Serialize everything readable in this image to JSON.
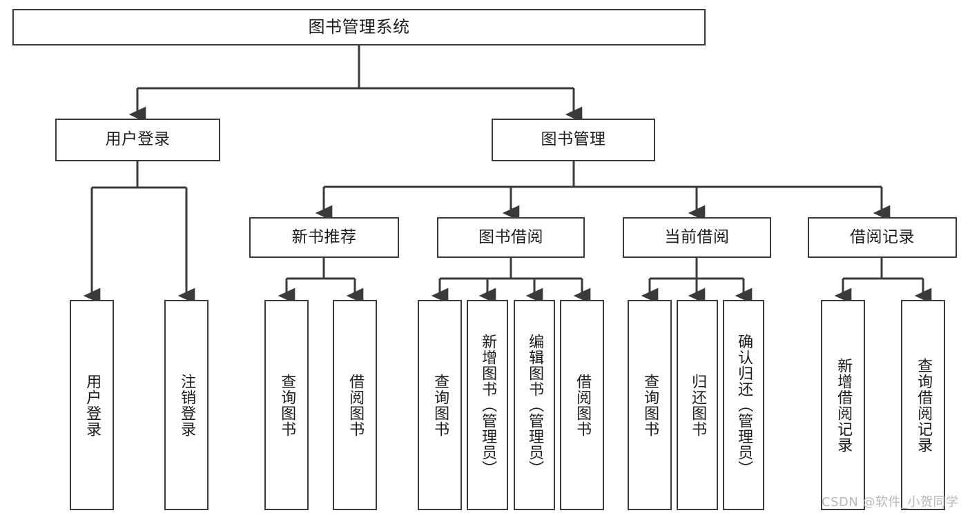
{
  "diagram": {
    "title": "图书管理系统",
    "type": "functional-structure-tree",
    "watermark": "CSDN @软件_小贺同学",
    "colors": {
      "background": "#ffffff",
      "border": "#3a3a3a",
      "text": "#1c1c1c",
      "edge": "#3a3a3a",
      "watermark": "#b8b8b8"
    },
    "nodes": {
      "root": {
        "label": "图书管理系统"
      },
      "level2": [
        {
          "label": "用户登录"
        },
        {
          "label": "图书管理"
        }
      ],
      "level3": [
        {
          "label": "新书推荐"
        },
        {
          "label": "图书借阅"
        },
        {
          "label": "当前借阅"
        },
        {
          "label": "借阅记录"
        }
      ],
      "leaves": {
        "user_login": [
          {
            "label": "用户登录"
          },
          {
            "label": "注销登录"
          }
        ],
        "new_book_recommend": [
          {
            "label": "查询图书"
          },
          {
            "label": "借阅图书"
          }
        ],
        "book_borrow": [
          {
            "label": "查询图书"
          },
          {
            "label": "新增图书（管理员）"
          },
          {
            "label": "编辑图书（管理员）"
          },
          {
            "label": "借阅图书"
          }
        ],
        "current_borrow": [
          {
            "label": "查询图书"
          },
          {
            "label": "归还图书"
          },
          {
            "label": "确认归还（管理员）"
          }
        ],
        "borrow_record": [
          {
            "label": "新增借阅记录"
          },
          {
            "label": "查询借阅记录"
          }
        ]
      }
    }
  }
}
